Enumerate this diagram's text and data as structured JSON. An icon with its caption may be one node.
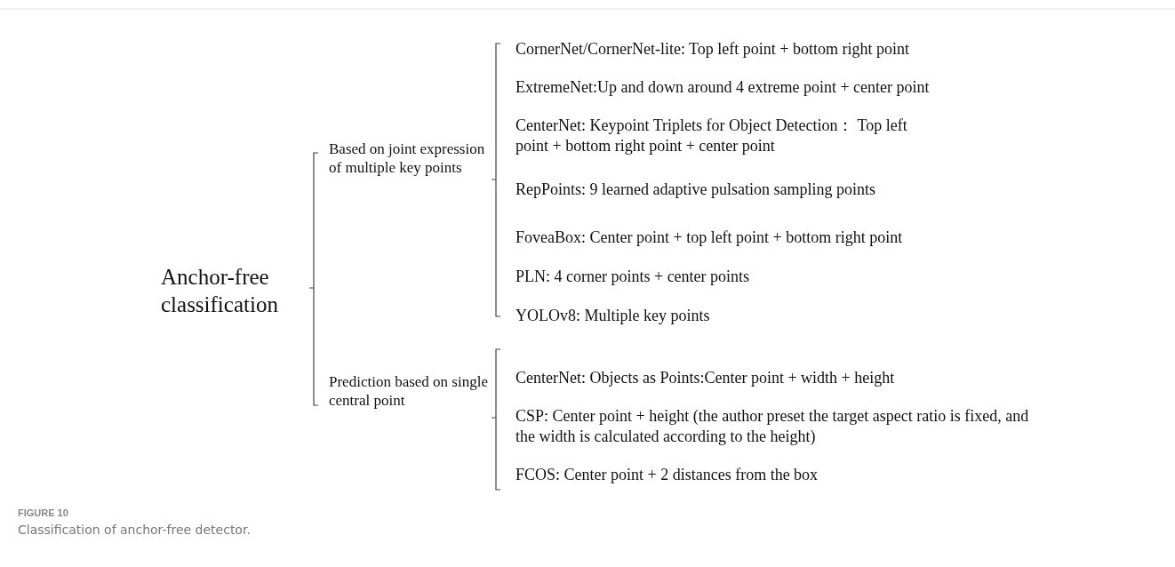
{
  "diagram": {
    "caption": "Classification of anchor-free detector.",
    "labels": [
      "Anchor-free classification",
      "Based on joint expression of multiple key points",
      "CornerNet/CornerNet-lite: Top left point + bottom right point",
      "ExtremeNet:Up and down around 4 extreme point + center point",
      "CenterNet: Keypoint Triplets for Object Detection： Top left point + bottom right point + center point",
      "RepPoints: 9 learned adaptive pulsation sampling points",
      "FoveaBox: Center point + top left point + bottom right point",
      "PLN: 4 corner points + center points",
      "YOLOv8: Multiple key points",
      "Prediction based on single central point",
      "CenterNet: Objects as Points:Center point + width + height",
      "CSP: Center point + height (the author preset the target aspect ratio is fixed, and the width is calculated according to the height)",
      "FCOS: Center point + 2 distances from the box",
      "FIGURE 10"
    ]
  }
}
